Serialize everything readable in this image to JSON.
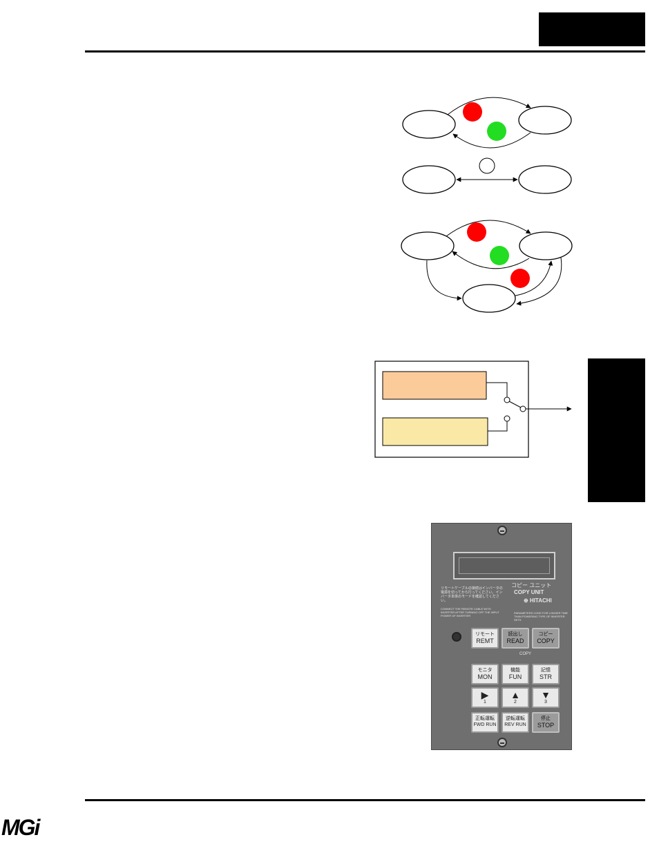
{
  "header": {
    "block_color": "#000000"
  },
  "side_tab": {
    "color": "#000000"
  },
  "diagrams": {
    "colors": {
      "red": "#ff0000",
      "green": "#22dd22",
      "orange_box": "#fbcb9a",
      "yellow_box": "#fae8a6"
    }
  },
  "copy_unit": {
    "label_jp": "コピー ユニット",
    "label_en": "COPY  UNIT",
    "brand": "⊕ HITACHI",
    "notice_jp": "リモートケーブルの接続はインバータの電源を切ってから行ってください。インバータ本体のモードを確認してください。",
    "notice_en": "CONNECT THE REMOTE CABLE WITH INVERTER AFTER TURNING OFF THE INPUT POWER OF INVERTER",
    "notice_right": "PARAMETERS CODE FOR LONGER TIME THAN POWERING TYPE OF INVERTER SETS",
    "copy_group_label": "COPY",
    "keys": [
      {
        "jp": "リモート",
        "en": "REMT",
        "style": "light"
      },
      {
        "jp": "読出し",
        "en": "READ",
        "style": "dark"
      },
      {
        "jp": "コピー",
        "en": "COPY",
        "style": "dark"
      },
      {
        "jp": "モニタ",
        "en": "MON",
        "style": "light"
      },
      {
        "jp": "機能",
        "en": "FUN",
        "style": "light"
      },
      {
        "jp": "記憶",
        "en": "STR",
        "style": "light"
      },
      {
        "jp": "1",
        "en": "▶",
        "style": "light"
      },
      {
        "jp": "2",
        "en": "▲",
        "style": "light"
      },
      {
        "jp": "3",
        "en": "▼",
        "style": "light"
      },
      {
        "jp": "正転運転",
        "en": "FWD RUN",
        "style": "light"
      },
      {
        "jp": "逆転運転",
        "en": "REV RUN",
        "style": "light"
      },
      {
        "jp": "停止",
        "en": "STOP",
        "style": "dark"
      }
    ]
  },
  "footer": {
    "logo_text": "MGi"
  }
}
